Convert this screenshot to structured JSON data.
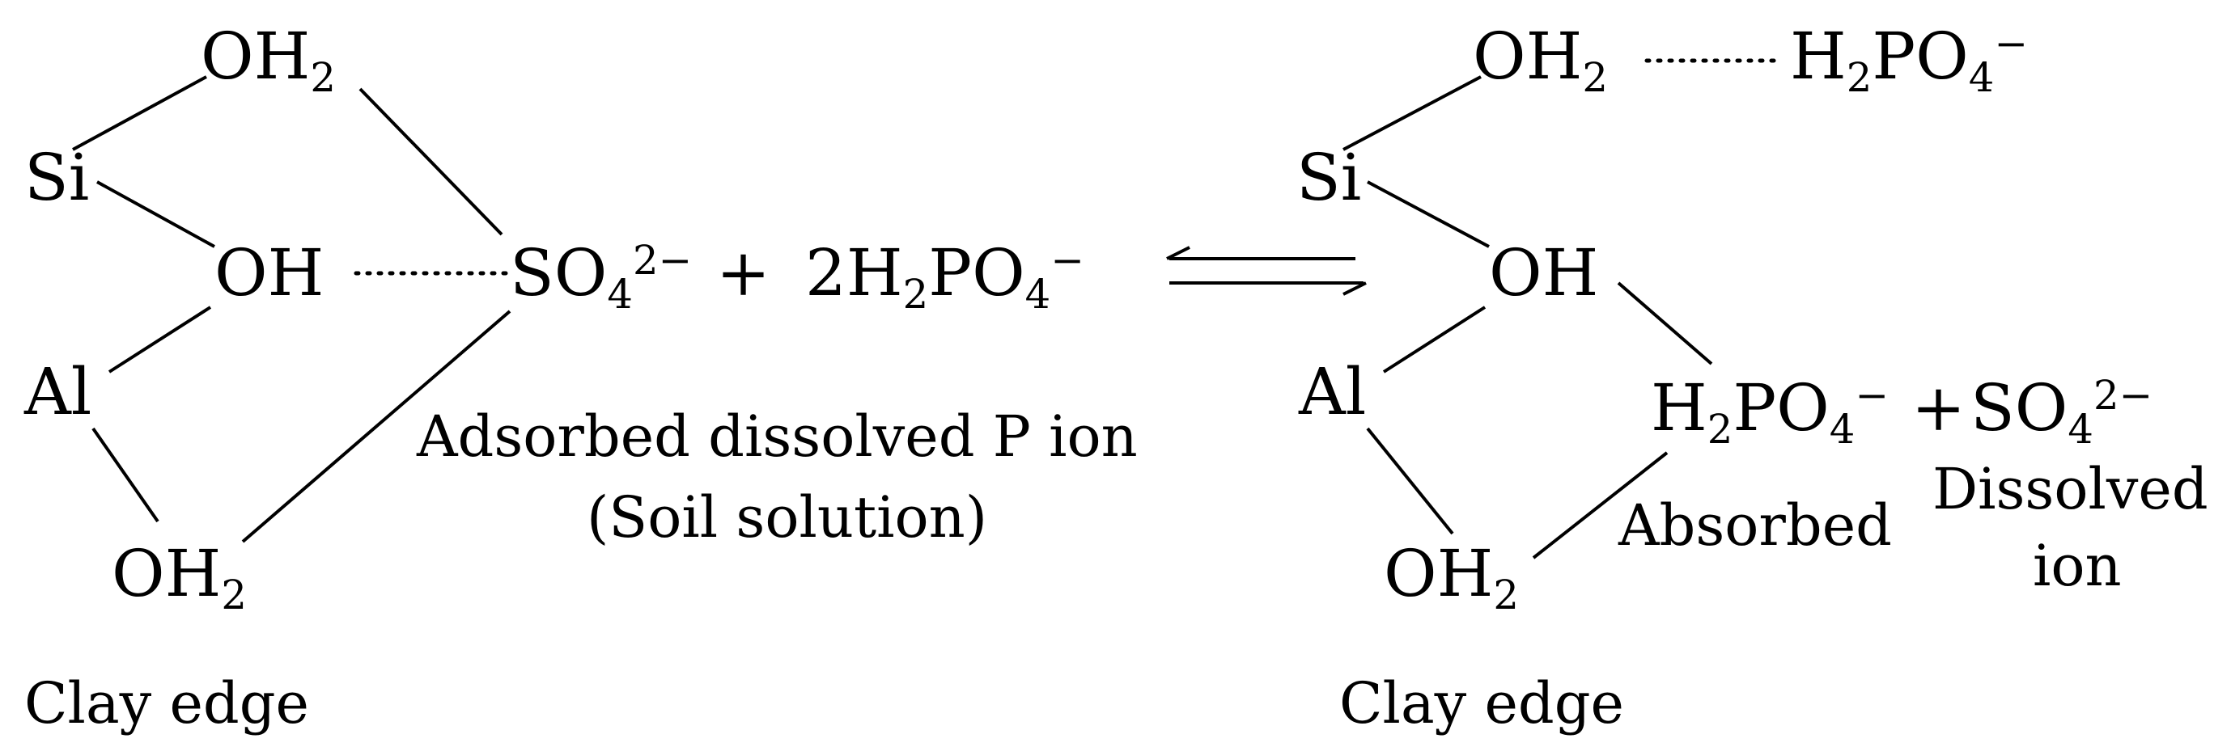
{
  "left": {
    "oh2_top": "OH",
    "oh2_top_sub": "2",
    "si": "Si",
    "oh": "OH",
    "al": "Al",
    "oh2_bottom": "OH",
    "oh2_bottom_sub": "2",
    "so4": "SO",
    "so4_sub": "4",
    "so4_sup": "2−",
    "plus": "+",
    "h2po4": "2H",
    "h2po4_sub1": "2",
    "h2po4_mid": "PO",
    "h2po4_sub2": "4",
    "h2po4_sup": "−",
    "caption_line1": "Adsorbed dissolved P ion",
    "caption_line2": "(Soil solution)",
    "clay_edge": "Clay edge"
  },
  "right": {
    "oh2_top": "OH",
    "oh2_top_sub": "2",
    "h2po4_top": "H",
    "h2po4_top_sub1": "2",
    "h2po4_top_mid": "PO",
    "h2po4_top_sub2": "4",
    "h2po4_top_sup": "−",
    "si": "Si",
    "oh": "OH",
    "al": "Al",
    "oh2_bottom": "OH",
    "oh2_bottom_sub": "2",
    "h2po4": "H",
    "h2po4_sub1": "2",
    "h2po4_mid": "PO",
    "h2po4_sub2": "4",
    "h2po4_sup": "−",
    "plus": "+",
    "so4": "SO",
    "so4_sub": "4",
    "so4_sup": "2−",
    "absorbed": "Absorbed",
    "dissolved_line1": "Dissolved",
    "dissolved_line2": "ion",
    "clay_edge": "Clay edge"
  }
}
